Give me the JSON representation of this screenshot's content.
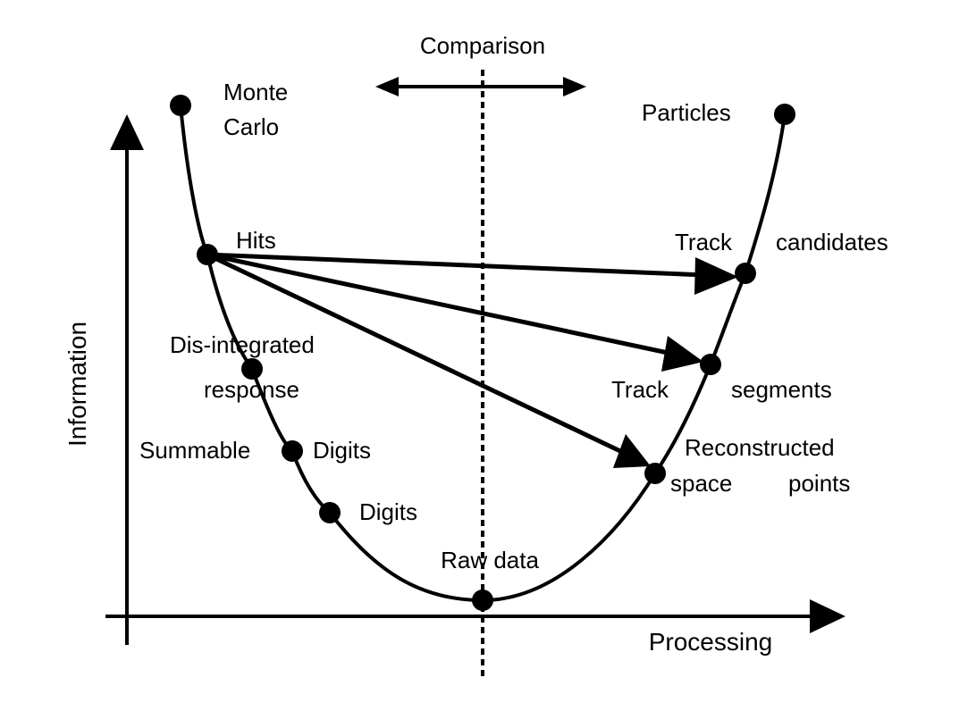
{
  "axes": {
    "x_label": "Processing",
    "y_label": "Information"
  },
  "comparison": {
    "label": "Comparison"
  },
  "nodes": {
    "monte_carlo": {
      "line1": "Monte",
      "line2": "Carlo"
    },
    "hits": {
      "label": "Hits"
    },
    "disintegrated_response": {
      "line1": "Dis-integrated",
      "line2": "response"
    },
    "summable_digits": {
      "label_left": "Summable",
      "label_right": "Digits"
    },
    "digits": {
      "label": "Digits"
    },
    "raw_data": {
      "label": "Raw data"
    },
    "reconstructed_space_points": {
      "line1": "Reconstructed",
      "line2_left": "space",
      "line2_right": "points"
    },
    "track_segments": {
      "label_left": "Track",
      "label_right": "segments"
    },
    "track_candidates": {
      "label_left": "Track",
      "label_right": "candidates"
    },
    "particles": {
      "label": "Particles"
    }
  },
  "colors": {
    "ink": "#000000",
    "background": "#ffffff"
  }
}
